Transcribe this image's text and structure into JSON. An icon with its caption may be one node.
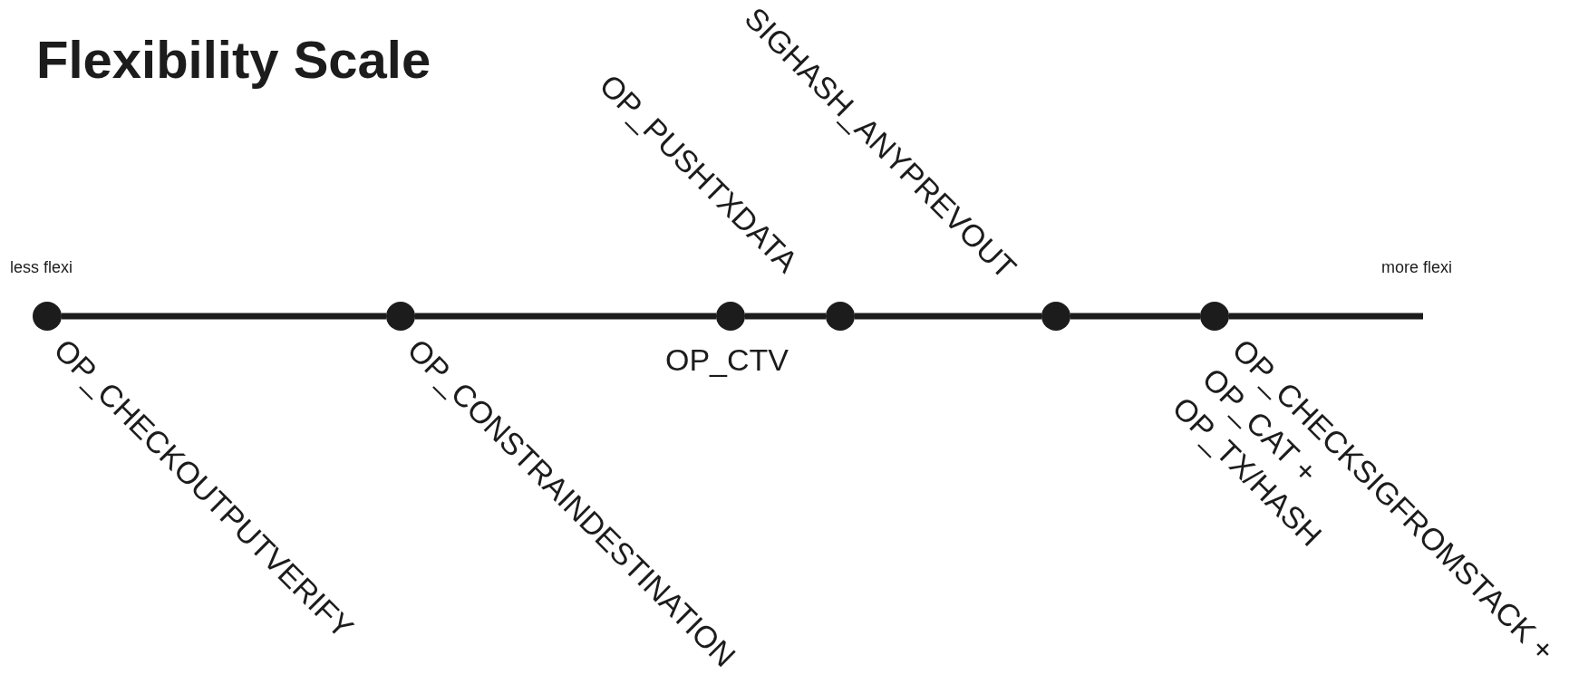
{
  "diagram": {
    "title": "Flexibility Scale",
    "nodes": [
      {
        "text": [],
        "shape": "circle",
        "beside": [
          "OP_CHECKOUTPUTVERIFY"
        ]
      },
      {
        "text": [],
        "shape": "circle",
        "beside": [
          "OP_CONSTRAINDESTINATION"
        ]
      },
      {
        "text": [],
        "shape": "circle",
        "beside": [
          "OP_CTV"
        ]
      },
      {
        "text": [],
        "shape": "circle",
        "beside": [
          "OP_PUSHTXDATA"
        ]
      },
      {
        "text": [],
        "shape": "circle",
        "beside": [
          "SIGHASH_ANYPREVOUT"
        ]
      },
      {
        "text": [],
        "shape": "circle",
        "beside": [
          "OP_CHECKSIGFROMSTACK +",
          "OP_CAT +",
          "OP_TX/HASH"
        ]
      }
    ],
    "edges": [
      {
        "from": 0,
        "to": 1,
        "arrow": "none"
      },
      {
        "from": 1,
        "to": 2,
        "arrow": "none"
      },
      {
        "from": 2,
        "to": 3,
        "arrow": "none"
      },
      {
        "from": 3,
        "to": 4,
        "arrow": "none"
      },
      {
        "from": 4,
        "to": 5,
        "arrow": "none"
      },
      {
        "from": 5,
        "to": null,
        "arrow": "none"
      }
    ],
    "labels": [
      "less flexi",
      "more flexi"
    ]
  }
}
